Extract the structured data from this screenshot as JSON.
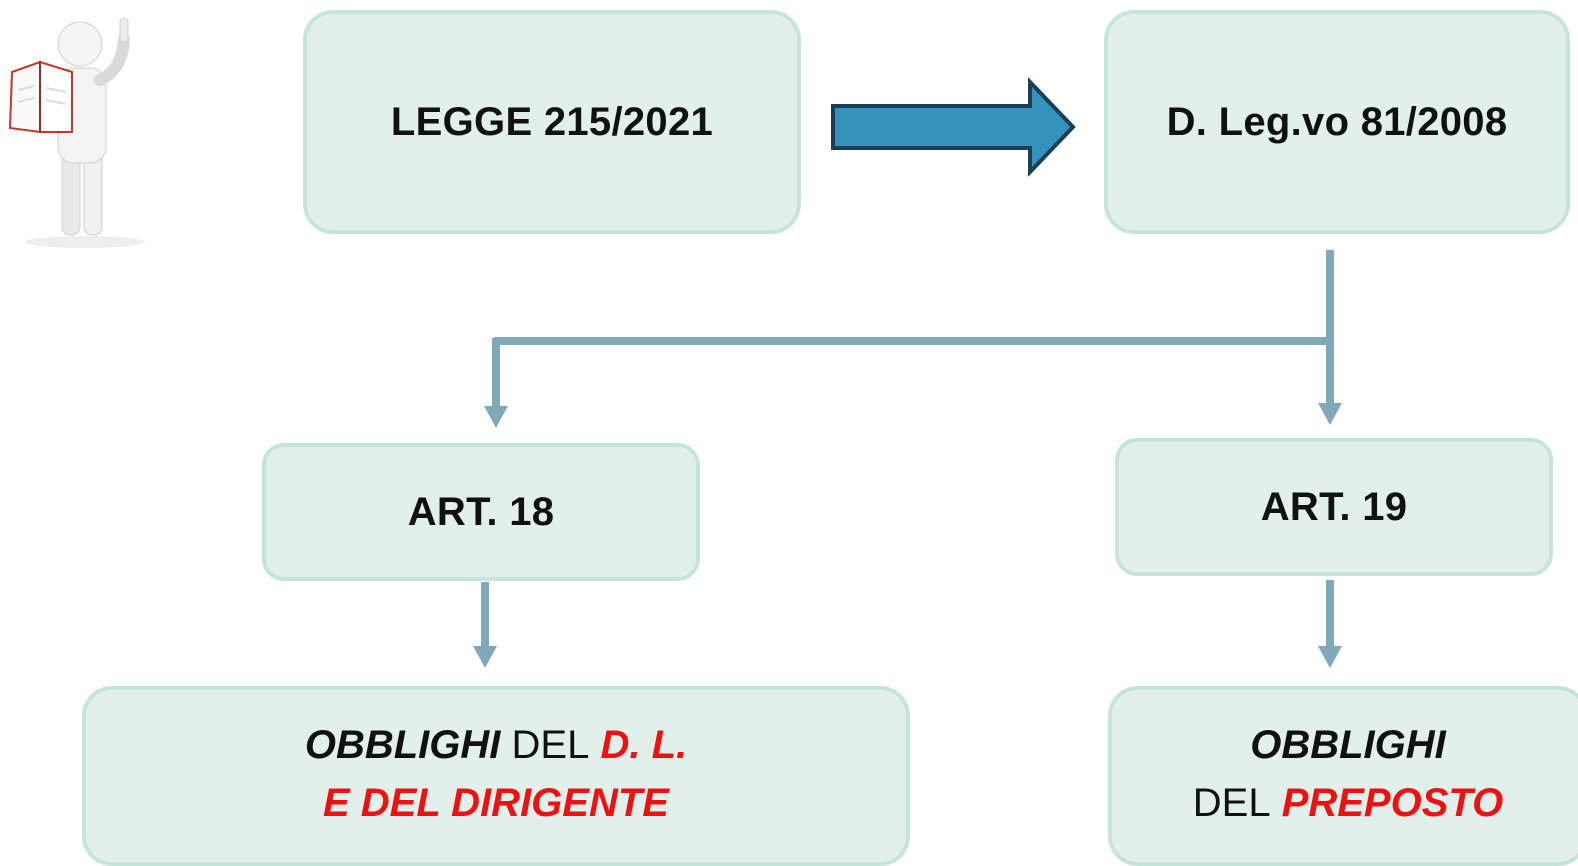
{
  "boxes": {
    "legge": "LEGGE 215/2021",
    "dlgs": "D. Leg.vo 81/2008",
    "art18": "ART. 18",
    "art19": "ART. 19"
  },
  "obblighi_dl": {
    "word_obblighi": "OBBLIGHI",
    "word_del": "DEL",
    "word_dl": "D. L.",
    "line2": "E DEL DIRIGENTE"
  },
  "obblighi_preposto": {
    "word_obblighi": "OBBLIGHI",
    "word_del": "DEL",
    "word_preposto": "PREPOSTO"
  },
  "colors": {
    "box_fill": "#e2f0eb",
    "box_border": "#c6e5da",
    "big_arrow": "#3592bd",
    "connector": "#7fa9b8",
    "emphasis_red": "#ee1111"
  },
  "icons": {
    "figure": "person-reading-book-icon"
  }
}
